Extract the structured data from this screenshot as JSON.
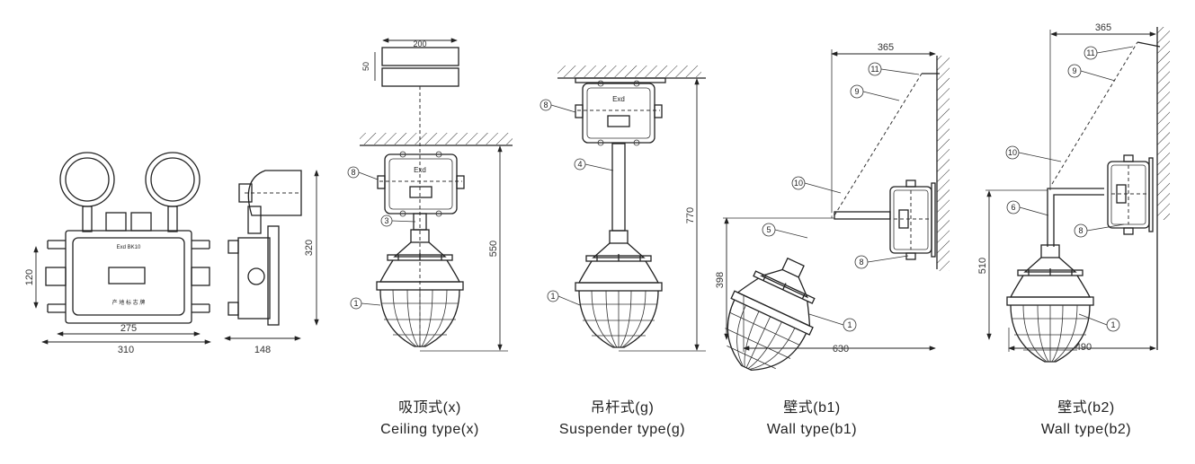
{
  "emergency_light": {
    "dims": {
      "height_mount": "120",
      "inner_width": "275",
      "outer_width": "310",
      "depth": "148",
      "height": "320"
    },
    "panel_text_top": "Exd BK10",
    "panel_text_bottom": "产 地 标 志 牌"
  },
  "ceiling": {
    "caption_cn": "吸顶式(x)",
    "caption_en": "Ceiling type(x)",
    "dims": {
      "bracket_width": "200",
      "bracket_height": "50",
      "height": "550"
    },
    "box_text": "Exd",
    "callouts": [
      "8",
      "3",
      "1"
    ]
  },
  "suspender": {
    "caption_cn": "吊杆式(g)",
    "caption_en": "Suspender type(g)",
    "dims": {
      "height": "770"
    },
    "box_text": "Exd",
    "callouts": [
      "8",
      "4",
      "1"
    ]
  },
  "wall_b1": {
    "caption_cn": "壁式(b1)",
    "caption_en": "Wall type(b1)",
    "dims": {
      "top_width": "365",
      "height": "398",
      "bottom_width": "630"
    },
    "callouts": [
      "11",
      "9",
      "10",
      "5",
      "8",
      "1"
    ]
  },
  "wall_b2": {
    "caption_cn": "壁式(b2)",
    "caption_en": "Wall type(b2)",
    "dims": {
      "top_width": "365",
      "height": "510",
      "bottom_width": "490"
    },
    "callouts": [
      "11",
      "9",
      "10",
      "6",
      "8",
      "1"
    ]
  }
}
